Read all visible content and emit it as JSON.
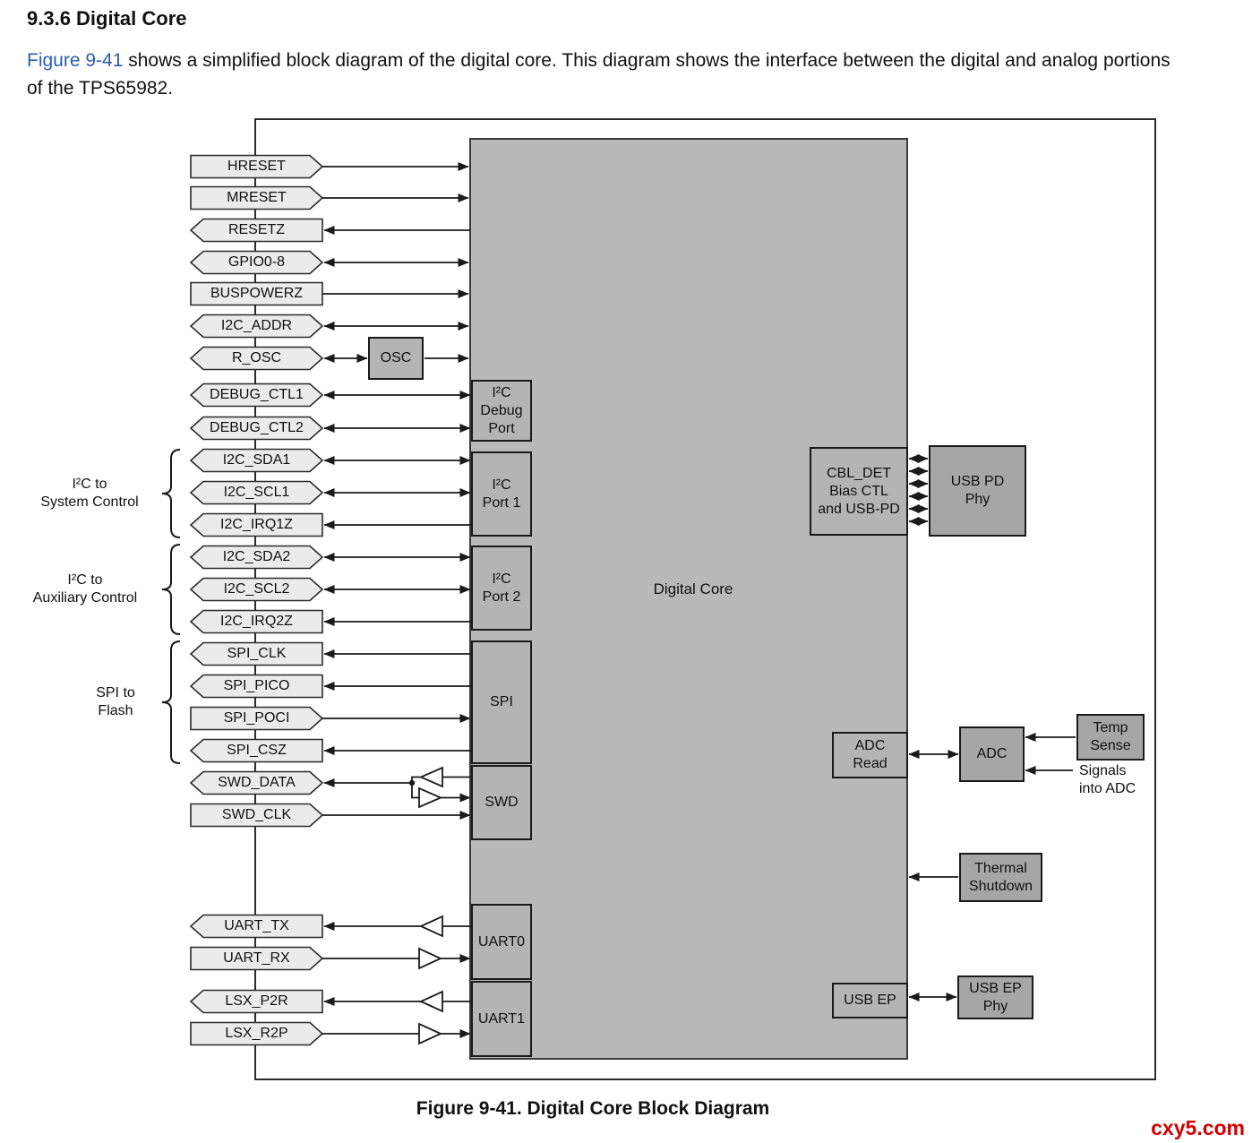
{
  "heading": "9.3.6 Digital Core",
  "intro": {
    "link_text": "Figure 9-41",
    "rest_text": " shows a simplified block diagram of the digital core. This diagram shows the interface between the digital and analog portions of the TPS65982."
  },
  "pins": [
    "HRESET",
    "MRESET",
    "RESETZ",
    "GPIO0-8",
    "BUSPOWERZ",
    "I2C_ADDR",
    "R_OSC",
    "DEBUG_CTL1",
    "DEBUG_CTL2",
    "I2C_SDA1",
    "I2C_SCL1",
    "I2C_IRQ1Z",
    "I2C_SDA2",
    "I2C_SCL2",
    "I2C_IRQ2Z",
    "SPI_CLK",
    "SPI_PICO",
    "SPI_POCI",
    "SPI_CSZ",
    "SWD_DATA",
    "SWD_CLK",
    "UART_TX",
    "UART_RX",
    "LSX_P2R",
    "LSX_R2P"
  ],
  "groups": [
    "I²C to\nSystem Control",
    "I²C to\nAuxiliary Control",
    "SPI to\nFlash"
  ],
  "blocks": {
    "digital_core": "Digital Core",
    "osc": "OSC",
    "i2c_debug_port": "I²C\nDebug\nPort",
    "i2c_port_1": "I²C\nPort 1",
    "i2c_port_2": "I²C\nPort 2",
    "spi": "SPI",
    "swd": "SWD",
    "uart0": "UART0",
    "uart1": "UART1",
    "cbl_det": "CBL_DET\nBias CTL\nand USB-PD",
    "usb_pd_phy": "USB PD\nPhy",
    "adc_read": "ADC\nRead",
    "adc": "ADC",
    "temp_sense": "Temp\nSense",
    "signals_into_adc": "Signals\ninto ADC",
    "thermal_shutdown": "Thermal\nShutdown",
    "usb_ep": "USB EP",
    "usb_ep_phy": "USB EP\nPhy"
  },
  "caption": "Figure 9-41. Digital Core Block Diagram",
  "watermark": "cxy5.com",
  "colors": {
    "link": "#2a5db0",
    "watermark": "#d40000",
    "core_fill": "#b9b9b9",
    "block_fill": "#b4b4b4",
    "phy_fill": "#a6a6a6",
    "pin_fill": "#ebebeb"
  }
}
